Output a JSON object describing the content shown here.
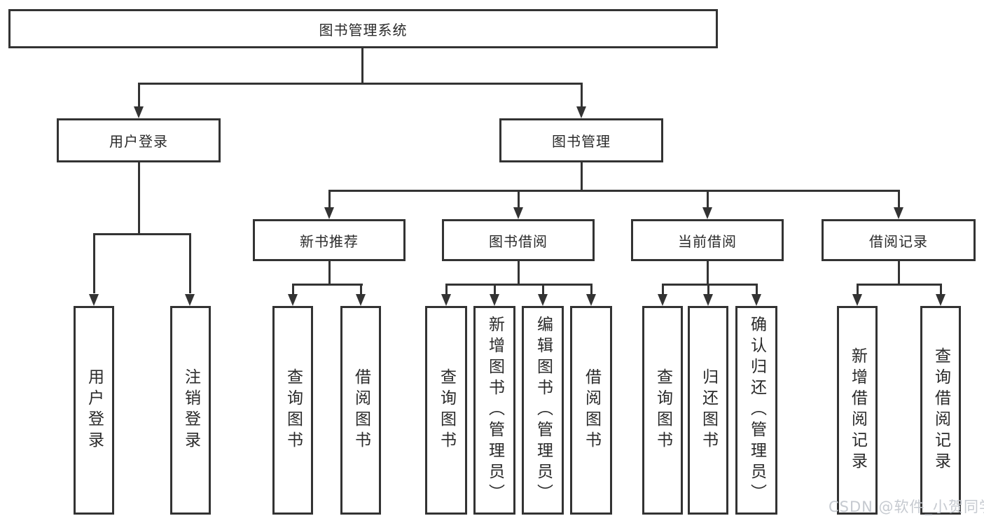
{
  "diagram": {
    "title": "图书管理系统",
    "nodes": {
      "root": "图书管理系统",
      "level2": [
        "用户登录",
        "图书管理"
      ],
      "level3": [
        "新书推荐",
        "图书借阅",
        "当前借阅",
        "借阅记录"
      ],
      "user_login_children": [
        "用户登录",
        "注销登录"
      ],
      "new_book_children": [
        "查询图书",
        "借阅图书"
      ],
      "book_borrow_children": [
        "查询图书",
        "新增图书（管理员）",
        "编辑图书（管理员）",
        "借阅图书"
      ],
      "current_borrow_children": [
        "查询图书",
        "归还图书",
        "确认归还（管理员）"
      ],
      "borrow_record_children": [
        "新增借阅记录",
        "查询借阅记录"
      ]
    },
    "watermark": "CSDN @软件_小贺同学",
    "colors": {
      "line": "#333333",
      "text": "#2a2a2a",
      "watermark": "#c6cad0",
      "background": "#ffffff"
    }
  }
}
